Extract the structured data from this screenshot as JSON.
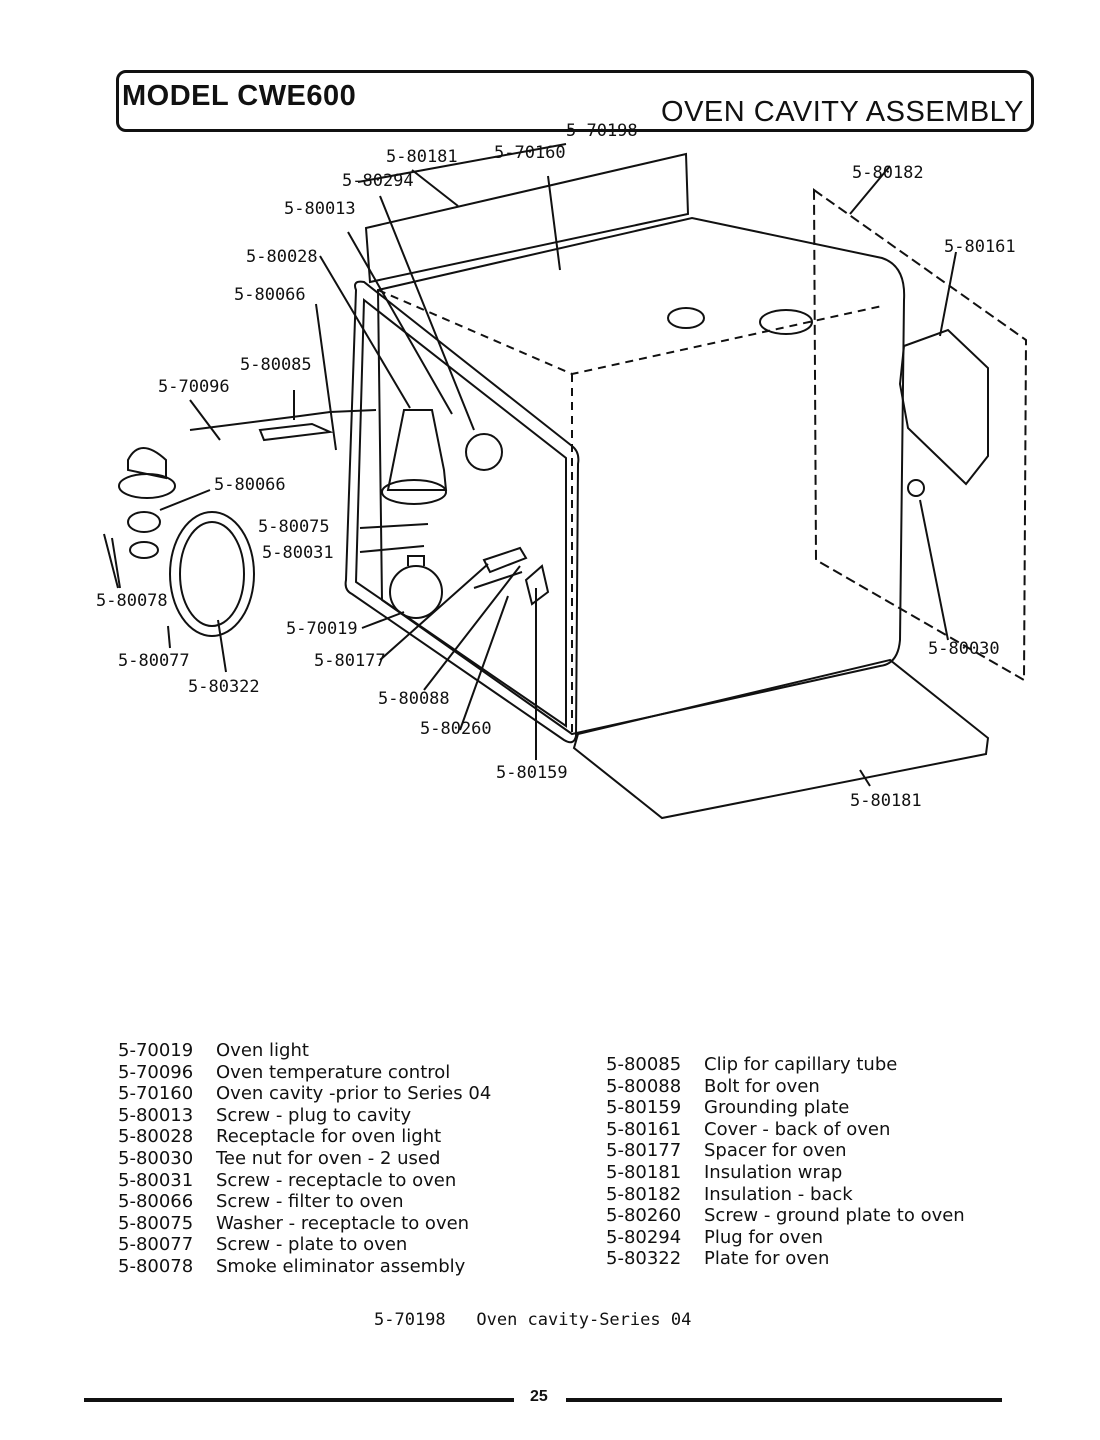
{
  "header": {
    "model": "MODEL CWE600",
    "section_title": "OVEN CAVITY ASSEMBLY"
  },
  "callouts": [
    "5-70198",
    "5-80181",
    "5-70160",
    "5-80294",
    "5-80182",
    "5-80013",
    "5-80161",
    "5-80028",
    "5-80066",
    "5-80085",
    "5-70096",
    "5-80066",
    "5-80075",
    "5-80031",
    "5-80078",
    "5-70019",
    "5-80077",
    "5-80177",
    "5-80322",
    "5-80088",
    "5-80030",
    "5-80260",
    "5-80159",
    "5-80181"
  ],
  "parts_left": [
    {
      "number": "5-70019",
      "description": "Oven light"
    },
    {
      "number": "5-70096",
      "description": "Oven temperature control"
    },
    {
      "number": "5-70160",
      "description": "Oven cavity -prior to Series 04"
    },
    {
      "number": "5-80013",
      "description": "Screw - plug to cavity"
    },
    {
      "number": "5-80028",
      "description": "Receptacle for oven light"
    },
    {
      "number": "5-80030",
      "description": "Tee nut for oven - 2 used"
    },
    {
      "number": "5-80031",
      "description": "Screw - receptacle to oven"
    },
    {
      "number": "5-80066",
      "description": "Screw - filter to oven"
    },
    {
      "number": "5-80075",
      "description": "Washer - receptacle to oven"
    },
    {
      "number": "5-80077",
      "description": "Screw - plate to oven"
    },
    {
      "number": "5-80078",
      "description": "Smoke eliminator assembly"
    }
  ],
  "parts_right": [
    {
      "number": "5-80085",
      "description": "Clip for capillary tube"
    },
    {
      "number": "5-80088",
      "description": "Bolt for oven"
    },
    {
      "number": "5-80159",
      "description": "Grounding plate"
    },
    {
      "number": "5-80161",
      "description": "Cover - back of oven"
    },
    {
      "number": "5-80177",
      "description": "Spacer for oven"
    },
    {
      "number": "5-80181",
      "description": "Insulation wrap"
    },
    {
      "number": "5-80182",
      "description": "Insulation - back"
    },
    {
      "number": "5-80260",
      "description": "Screw - ground plate to oven"
    },
    {
      "number": "5-80294",
      "description": "Plug for oven"
    },
    {
      "number": "5-80322",
      "description": "Plate for oven"
    }
  ],
  "footnote": {
    "number": "5-70198",
    "description": "Oven cavity-Series 04"
  },
  "page_number": "25"
}
